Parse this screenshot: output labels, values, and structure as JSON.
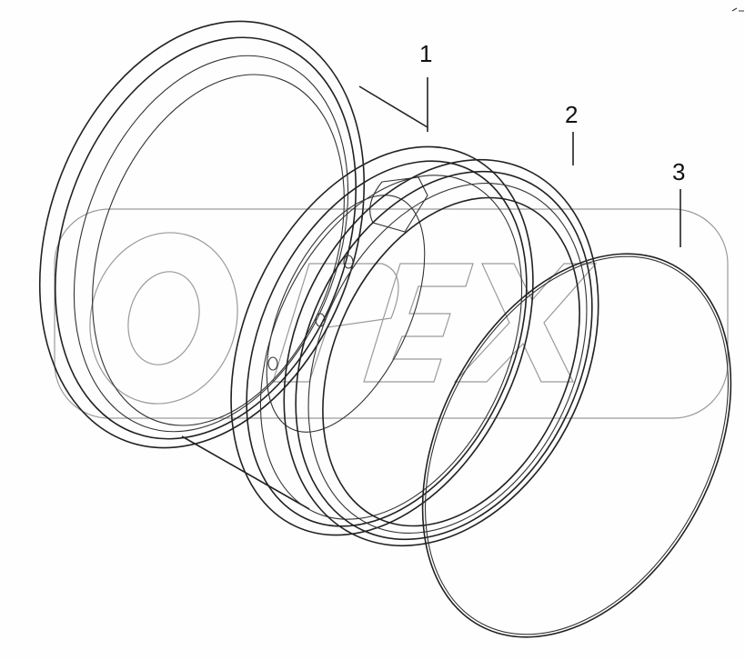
{
  "diagram": {
    "watermark": "OPEX",
    "callouts": [
      {
        "number": "1"
      },
      {
        "number": "2"
      },
      {
        "number": "3"
      }
    ],
    "line_color": "#222222",
    "background_color": "#fdfefd"
  }
}
